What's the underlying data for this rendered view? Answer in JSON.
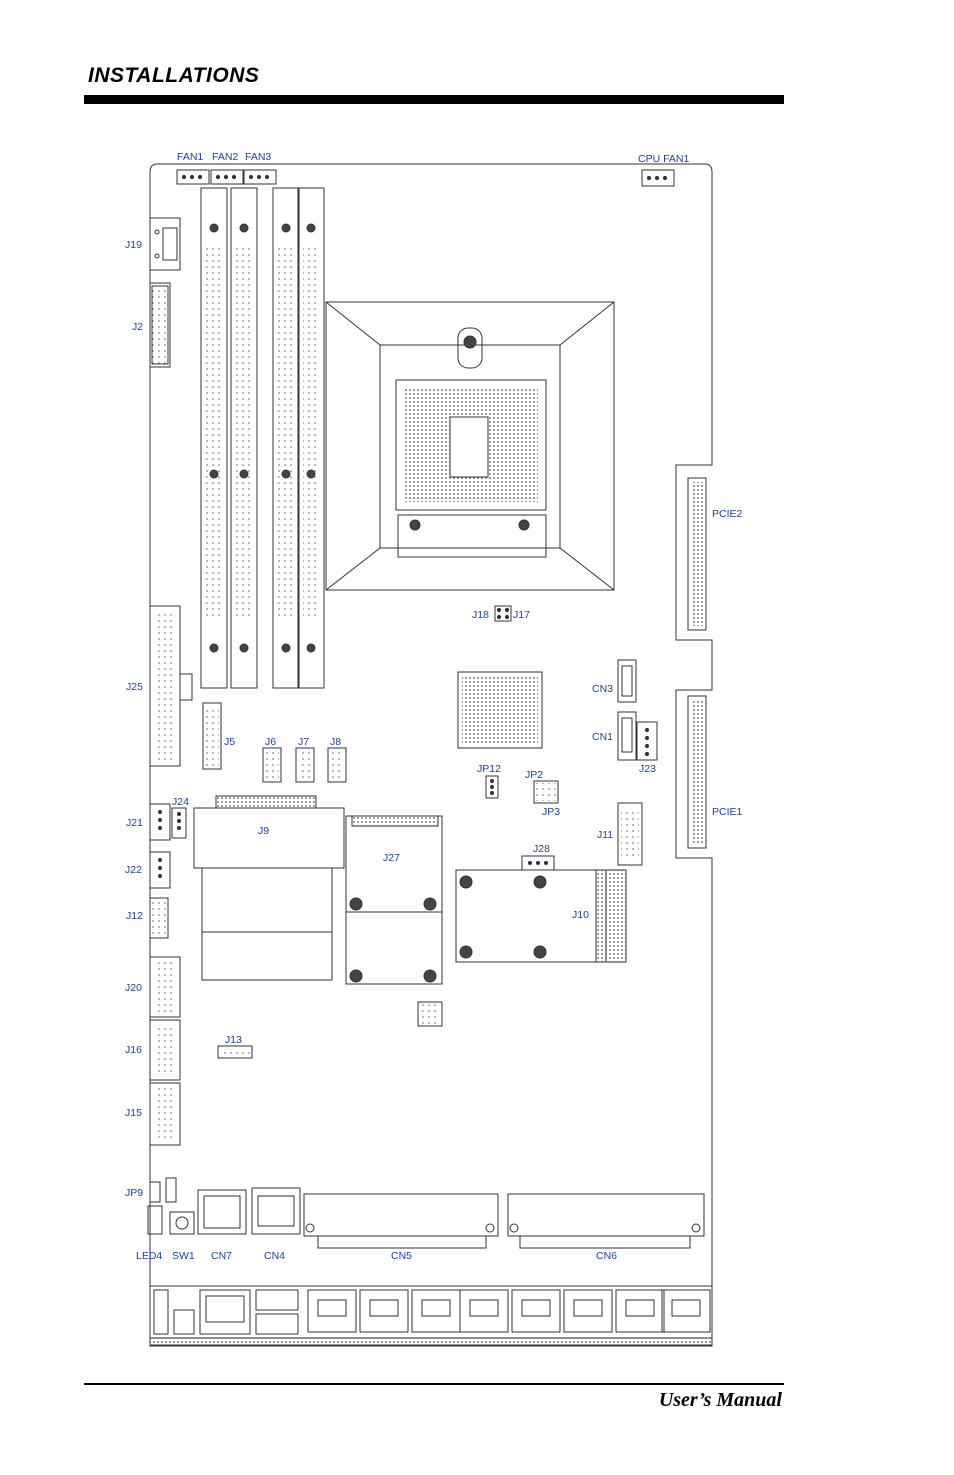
{
  "header": {
    "section_title": "INSTALLATIONS"
  },
  "footer": {
    "manual_label": "User’s Manual"
  },
  "board": {
    "label_color": "#1f3fa0",
    "line_color": "#333333",
    "labels": {
      "fan1": "FAN1",
      "fan2": "FAN2",
      "fan3": "FAN3",
      "cpu_fan1": "CPU FAN1",
      "j19": "J19",
      "j2": "J2",
      "pcie2": "PCIE2",
      "j18": "J18",
      "j17": "J17",
      "j25": "J25",
      "cn3": "CN3",
      "cn1": "CN1",
      "j23": "J23",
      "j5": "J5",
      "j6": "J6",
      "j7": "J7",
      "j8": "J8",
      "jp12": "JP12",
      "jp2": "JP2",
      "jp3": "JP3",
      "pcie1": "PCIE1",
      "j24": "J24",
      "j21": "J21",
      "j9": "J9",
      "j27": "J27",
      "j11": "J11",
      "j28": "J28",
      "j22": "J22",
      "j12": "J12",
      "j10": "J10",
      "j20": "J20",
      "j16": "J16",
      "j13": "J13",
      "j15": "J15",
      "jp9": "JP9",
      "led4": "LED4",
      "sw1": "SW1",
      "cn7": "CN7",
      "cn4": "CN4",
      "cn5": "CN5",
      "cn6": "CN6"
    }
  }
}
